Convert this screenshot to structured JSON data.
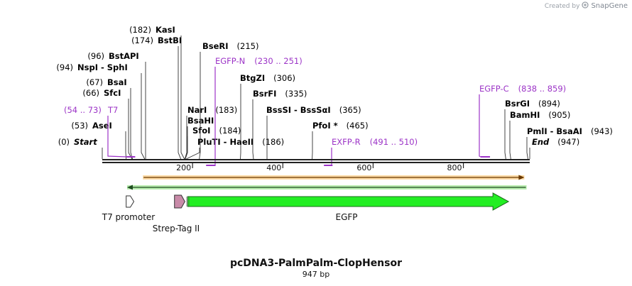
{
  "credit": {
    "text": "Created by",
    "brand": "SnapGene"
  },
  "title": "pcDNA3-PalmPalm-ClopHensor",
  "subtitle": "947 bp",
  "map": {
    "length": 947,
    "ticks": [
      200,
      400,
      600,
      800
    ],
    "enzymes": [
      {
        "name": "Start",
        "pos": 0,
        "label": "(0)",
        "italic": true
      },
      {
        "name": "AseI",
        "pos": 53,
        "label": "(53)"
      },
      {
        "name": "SfcI",
        "pos": 66,
        "label": "(66)"
      },
      {
        "name": "BsaI",
        "pos": 67,
        "label": "(67)"
      },
      {
        "name": "NspI - SphI",
        "pos": 94,
        "label": "(94)"
      },
      {
        "name": "BstAPI",
        "pos": 96,
        "label": "(96)"
      },
      {
        "name": "BstBI",
        "pos": 174,
        "label": "(174)"
      },
      {
        "name": "KasI",
        "pos": 182,
        "label": "(182)"
      },
      {
        "name": "NarI",
        "pos": 183,
        "label": "(183)"
      },
      {
        "name": "BsaHI",
        "pos": 183,
        "label": ""
      },
      {
        "name": "SfoI",
        "pos": 184,
        "label": "(184)"
      },
      {
        "name": "PluTI - HaeII",
        "pos": 186,
        "label": "(186)"
      },
      {
        "name": "BseRI",
        "pos": 215,
        "label": "(215)"
      },
      {
        "name": "BtgZI",
        "pos": 306,
        "label": "(306)"
      },
      {
        "name": "BsrFI",
        "pos": 335,
        "label": "(335)"
      },
      {
        "name": "BssSI - BssSαI",
        "pos": 365,
        "label": "(365)"
      },
      {
        "name": "PfoI *",
        "pos": 465,
        "label": "(465)"
      },
      {
        "name": "BsrGI",
        "pos": 894,
        "label": "(894)"
      },
      {
        "name": "BamHI",
        "pos": 905,
        "label": "(905)"
      },
      {
        "name": "PmlI - BsaAI",
        "pos": 943,
        "label": "(943)"
      },
      {
        "name": "End",
        "pos": 947,
        "label": "(947)",
        "italic": true
      }
    ],
    "primers": [
      {
        "name": "T7",
        "range": "(54 .. 73)",
        "start": 54,
        "end": 73
      },
      {
        "name": "EGFP-N",
        "range": "(230 .. 251)",
        "start": 230,
        "end": 251
      },
      {
        "name": "EXFP-R",
        "range": "(491 .. 510)",
        "start": 491,
        "end": 510
      },
      {
        "name": "EGFP-C",
        "range": "(838 .. 859)",
        "start": 838,
        "end": 859
      }
    ],
    "orf_forward": {
      "start": 90,
      "end": 935,
      "color": "#f0a020"
    },
    "orf_reverse": {
      "start": 55,
      "end": 940,
      "color": "#3fb83f"
    },
    "features": [
      {
        "name": "T7 promoter",
        "start": 53,
        "end": 70,
        "color": "#ffffff",
        "type": "promoter"
      },
      {
        "name": "Strep-Tag II",
        "start": 160,
        "end": 183,
        "color": "#c88aa8",
        "type": "tag"
      },
      {
        "name": "EGFP",
        "start": 186,
        "end": 900,
        "color": "#22ee22",
        "type": "cds"
      }
    ]
  }
}
